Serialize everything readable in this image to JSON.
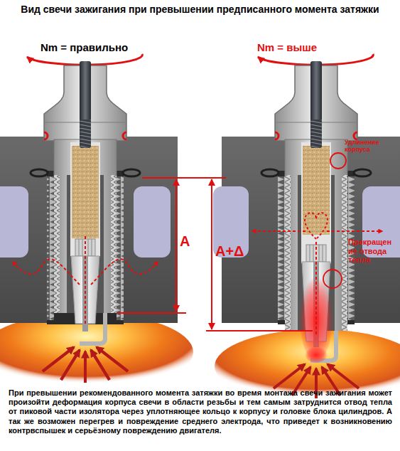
{
  "diagram": {
    "title": "Вид свечи зажигания при превышении предписанного момента затяжки",
    "caption": "При превышении рекомендованного момента затяжки во время монтажа свечи зажигания может произойти деформация корпуса свечи в области резьбы и тем самым затруднится отвод тепла от пиковой части изолятора через уплотняющее кольцо к корпусу и головке блока цилиндров. А так же возможен перегрев и повреждение среднего электрода, что приведет к возникновению контрвспышек и серьёзному повреждению двигателя.",
    "labels": [
      "Nm = правильно",
      "Nm = выше",
      "A",
      "A+Δ",
      "Удлинение корпуса",
      "Прекращен ие отвода тепла"
    ]
  }
}
